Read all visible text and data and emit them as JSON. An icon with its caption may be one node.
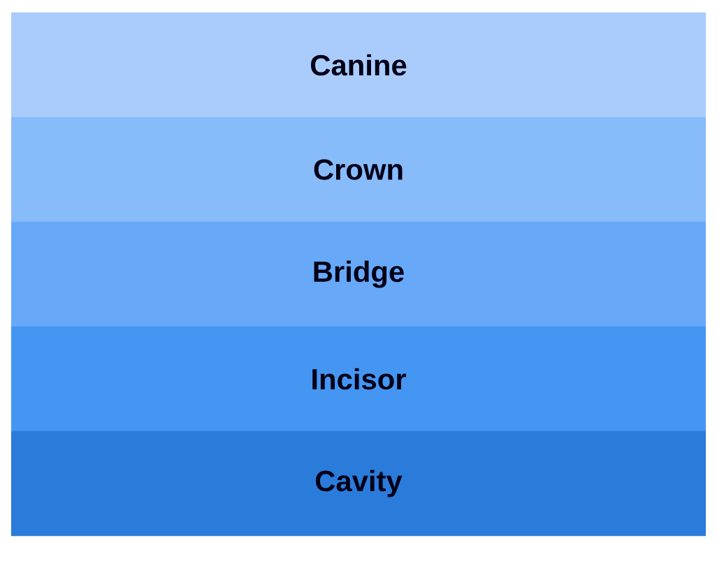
{
  "diagram": {
    "nodes": [
      {
        "text": [
          "Canine"
        ]
      },
      {
        "text": [
          "Crown"
        ]
      },
      {
        "text": [
          "Bridge"
        ]
      },
      {
        "text": [
          "Incisor"
        ]
      },
      {
        "text": [
          "Cavity"
        ]
      }
    ]
  }
}
